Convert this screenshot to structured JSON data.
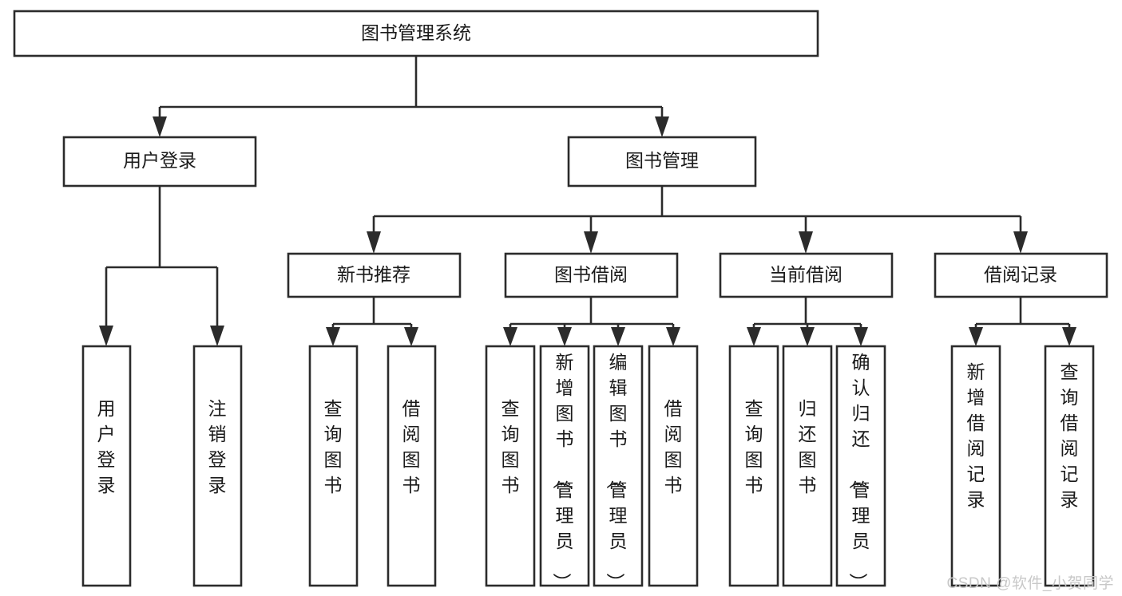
{
  "diagram": {
    "type": "tree-hierarchy-chart",
    "title": "图书管理系统",
    "watermark": "CSDN @软件_小贺同学",
    "colors": {
      "box_fill": "#ffffff",
      "box_stroke": "#2b2b2b",
      "text": "#1a1a1a",
      "watermark": "#c8c8c8",
      "background": "#ffffff"
    },
    "root": {
      "id": "root",
      "label": "图书管理系统"
    },
    "level2": [
      {
        "id": "user-login",
        "label": "用户登录"
      },
      {
        "id": "book-management",
        "label": "图书管理"
      }
    ],
    "level3": [
      {
        "id": "new-book-recommend",
        "label": "新书推荐",
        "parent": "book-management"
      },
      {
        "id": "book-borrow",
        "label": "图书借阅",
        "parent": "book-management"
      },
      {
        "id": "current-borrow",
        "label": "当前借阅",
        "parent": "book-management"
      },
      {
        "id": "borrow-record",
        "label": "借阅记录",
        "parent": "book-management"
      }
    ],
    "leaves": [
      {
        "id": "leaf-user-login",
        "label": "用户登录",
        "parent": "user-login"
      },
      {
        "id": "leaf-user-logout",
        "label": "注销登录",
        "parent": "user-login"
      },
      {
        "id": "leaf-query-book-1",
        "label": "查询图书",
        "parent": "new-book-recommend"
      },
      {
        "id": "leaf-borrow-book-1",
        "label": "借阅图书",
        "parent": "new-book-recommend"
      },
      {
        "id": "leaf-query-book-2",
        "label": "查询图书",
        "parent": "book-borrow"
      },
      {
        "id": "leaf-add-book",
        "label": "新增图书（管理员）",
        "parent": "book-borrow"
      },
      {
        "id": "leaf-edit-book",
        "label": "编辑图书（管理员）",
        "parent": "book-borrow"
      },
      {
        "id": "leaf-borrow-book-2",
        "label": "借阅图书",
        "parent": "book-borrow"
      },
      {
        "id": "leaf-query-book-3",
        "label": "查询图书",
        "parent": "current-borrow"
      },
      {
        "id": "leaf-return-book",
        "label": "归还图书",
        "parent": "current-borrow"
      },
      {
        "id": "leaf-confirm-return",
        "label": "确认归还（管理员）",
        "parent": "current-borrow"
      },
      {
        "id": "leaf-add-record",
        "label": "新增借阅记录",
        "parent": "borrow-record"
      },
      {
        "id": "leaf-query-record",
        "label": "查询借阅记录",
        "parent": "borrow-record"
      }
    ]
  }
}
